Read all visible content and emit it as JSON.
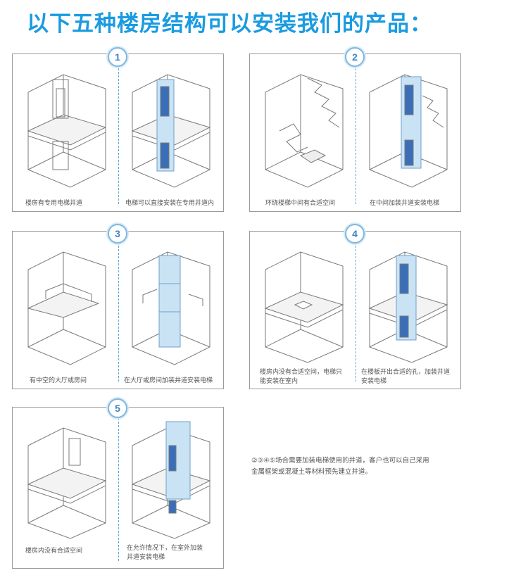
{
  "title": "以下五种楼房结构可以安装我们的产品：",
  "colors": {
    "title": "#1a9be0",
    "line": "#7a7a7a",
    "glass": "#c9e3f5",
    "door": "#3a6fb8",
    "badge": "#3f86c2"
  },
  "panels": [
    {
      "number": "1",
      "left_caption": [
        "楼房有专用电梯井道"
      ],
      "right_caption": [
        "电梯可以直接安装在专用井道内"
      ]
    },
    {
      "number": "2",
      "left_caption": [
        "环绕楼梯中间有合适空间"
      ],
      "right_caption": [
        "在中间加装井道安装电梯"
      ]
    },
    {
      "number": "3",
      "left_caption": [
        "有中空的大厅或房间"
      ],
      "right_caption": [
        "在大厅或房间加装井道安装电梯"
      ]
    },
    {
      "number": "4",
      "left_caption": [
        "楼房内没有合适空间，电梯只",
        "能安装在室内"
      ],
      "right_caption": [
        "在楼板开出合适的孔，加装井道",
        "安装电梯"
      ]
    },
    {
      "number": "5",
      "left_caption": [
        "楼房内没有合适空间"
      ],
      "right_caption": [
        "在允许情况下，在室外加装",
        "井道安装电梯"
      ]
    }
  ],
  "note": [
    "②③④⑤场合需要加装电梯使用的井道，客户也可以自己采用",
    "金属框架或混凝土等材料预先建立井道。"
  ]
}
